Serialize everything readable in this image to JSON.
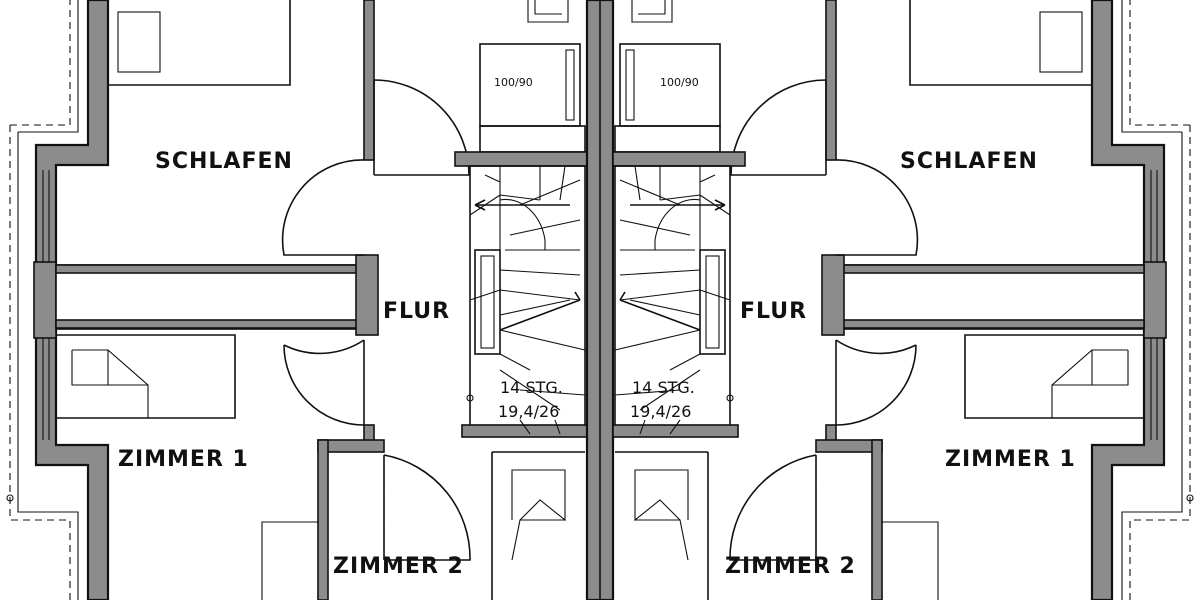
{
  "units": [
    {
      "rooms": {
        "schlafen": "SCHLAFEN",
        "flur": "FLUR",
        "zimmer1": "ZIMMER 1",
        "zimmer2": "ZIMMER 2"
      },
      "appliance": "100/90",
      "stair": {
        "steps": "14 STG.",
        "ratio": "19,4/26"
      }
    },
    {
      "rooms": {
        "schlafen": "SCHLAFEN",
        "flur": "FLUR",
        "zimmer1": "ZIMMER 1",
        "zimmer2": "ZIMMER 2"
      },
      "appliance": "100/90",
      "stair": {
        "steps": "14 STG.",
        "ratio": "19,4/26"
      }
    }
  ],
  "colors": {
    "wall": "#8c8c8c",
    "line": "#111111",
    "background": "#ffffff"
  }
}
